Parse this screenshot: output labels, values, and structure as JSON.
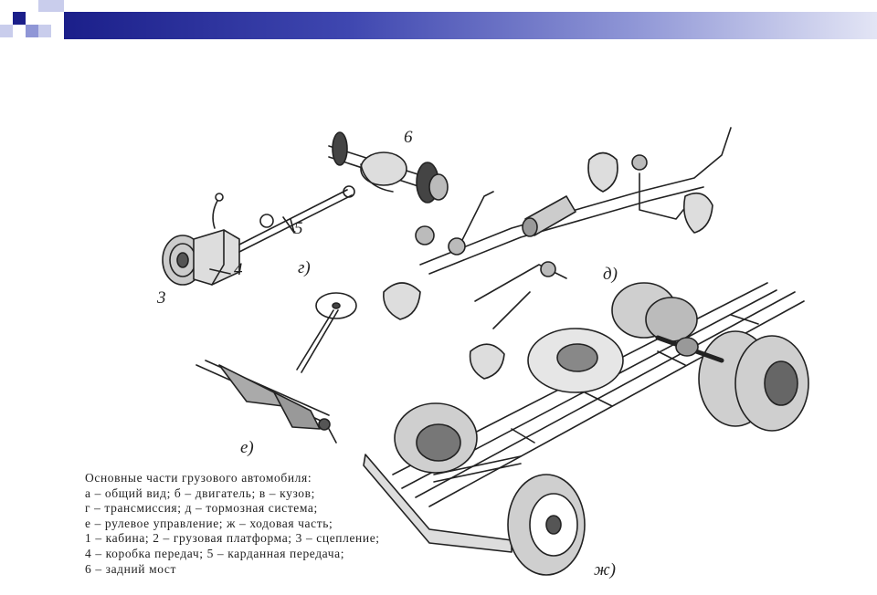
{
  "header": {
    "square_colors": [
      "#1b1f8a",
      "#8f96d6",
      "#c9cdec"
    ],
    "bar_gradient": [
      "#1b1f8a",
      "#3f47b0",
      "#8f96d6",
      "#e3e5f5"
    ]
  },
  "labels": {
    "g": "г)",
    "d": "д)",
    "e": "е)",
    "zh": "ж)",
    "n3": "3",
    "n4": "4",
    "n5": "5",
    "n6": "6"
  },
  "caption": {
    "title": "Основные части грузового автомобиля:",
    "lines": [
      "а – общий вид; б – двигатель; в – кузов;",
      "г – трансмиссия; д – тормозная система;",
      "е – рулевое управление; ж – ходовая часть;",
      "1 – кабина; 2 – грузовая платформа; 3 – сцепление;",
      "4 – коробка передач; 5 – карданная передача;",
      "6 – задний мост"
    ]
  }
}
